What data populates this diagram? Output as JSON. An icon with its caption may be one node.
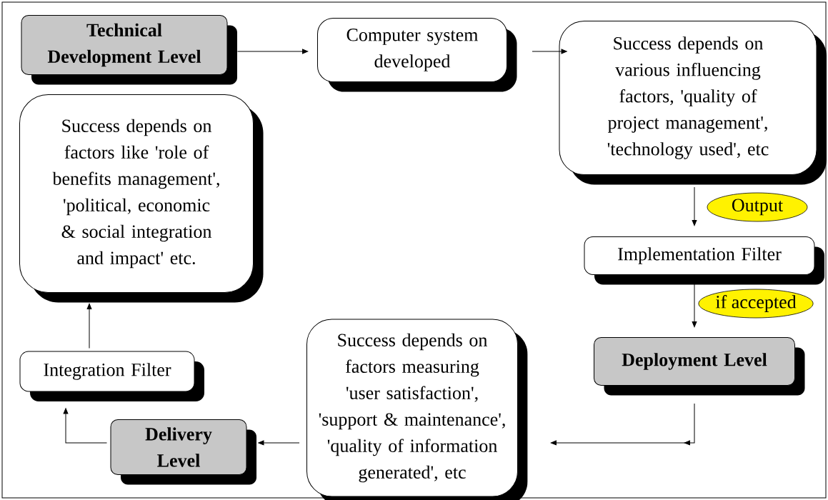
{
  "diagram": {
    "nodes": [
      {
        "text": [
          "Technical Development Level"
        ]
      },
      {
        "text": [
          "Computer system developed"
        ]
      },
      {
        "text": [
          "Success depends on various influencing factors, 'quality of project management', 'technology used', etc"
        ]
      },
      {
        "text": [
          "Implementation Filter"
        ]
      },
      {
        "text": [
          "Deployment Level"
        ]
      },
      {
        "text": [
          "Success depends on factors measuring 'user satisfaction', 'support & maintenance', 'quality of information generated', etc"
        ]
      },
      {
        "text": [
          "Delivery Level"
        ]
      },
      {
        "text": [
          "Integration Filter"
        ]
      },
      {
        "text": [
          "Success depends on factors like 'role of benefits management', 'political, economic & social integration and impact' etc."
        ]
      }
    ],
    "edges": [
      {
        "from": 0,
        "to": 1,
        "arrow": "to"
      },
      {
        "from": 1,
        "to": 2,
        "arrow": "to"
      },
      {
        "from": 2,
        "to": 3,
        "arrow": "to",
        "label": "Output"
      },
      {
        "from": 3,
        "to": 4,
        "arrow": "to",
        "label": "if accepted"
      },
      {
        "from": 4,
        "to": 5,
        "arrow": "to"
      },
      {
        "from": 5,
        "to": 6,
        "arrow": "to"
      },
      {
        "from": 6,
        "to": 7,
        "arrow": "to"
      },
      {
        "from": 7,
        "to": 8,
        "arrow": "to"
      }
    ]
  }
}
